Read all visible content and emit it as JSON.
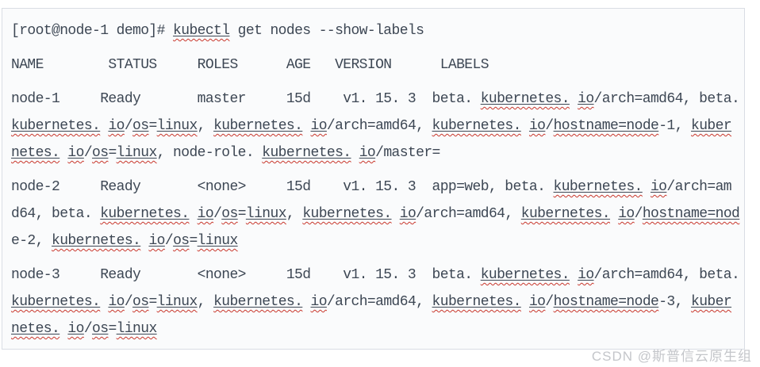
{
  "theme": {
    "page_bg": "#ffffff",
    "terminal_bg": "#fafbfc",
    "terminal_border": "#d9dde4",
    "text_color": "#3d4754",
    "squiggle_color": "#c9372c",
    "watermark_color": "#c4c6ca"
  },
  "terminal": {
    "prompt": "[root@node-1 demo]#",
    "command": "kubectl get nodes --show-labels",
    "table": {
      "headers": [
        "NAME",
        "STATUS",
        "ROLES",
        "AGE",
        "VERSION",
        "LABELS"
      ],
      "rows": [
        {
          "name": "node-1",
          "status": "Ready",
          "roles": "master",
          "age": "15d",
          "version": "v1.15.3",
          "labels": "beta.kubernetes.io/arch=amd64,beta.kubernetes.io/os=linux,kubernetes.io/arch=amd64,kubernetes.io/hostname=node-1,kubernetes.io/os=linux,node-role.kubernetes.io/master="
        },
        {
          "name": "node-2",
          "status": "Ready",
          "roles": "<none>",
          "age": "15d",
          "version": "v1.15.3",
          "labels": "app=web,beta.kubernetes.io/arch=amd64,beta.kubernetes.io/os=linux,kubernetes.io/arch=amd64,kubernetes.io/hostname=node-2,kubernetes.io/os=linux"
        },
        {
          "name": "node-3",
          "status": "Ready",
          "roles": "<none>",
          "age": "15d",
          "version": "v1.15.3",
          "labels": "beta.kubernetes.io/arch=amd64,beta.kubernetes.io/os=linux,kubernetes.io/arch=amd64,kubernetes.io/hostname=node-3,kubernetes.io/os=linux"
        }
      ]
    },
    "blocks": [
      {
        "name": "command-line",
        "lines": [
          [
            {
              "t": "[root@node-1 demo]# "
            },
            {
              "t": "kubectl",
              "u": true
            },
            {
              "t": " get nodes --show-labels"
            }
          ]
        ]
      },
      {
        "name": "table-header",
        "lines": [
          [
            {
              "t": "NAME        STATUS     ROLES      AGE   VERSION      LABELS"
            }
          ]
        ]
      },
      {
        "name": "row-node-1",
        "lines": [
          [
            {
              "t": "node-1     Ready       master     15d    v1. 15. 3  beta. "
            },
            {
              "t": "kubernetes.",
              "u": true
            },
            {
              "t": " "
            },
            {
              "t": "io",
              "u": true
            },
            {
              "t": "/arch=amd64, beta."
            }
          ],
          [
            {
              "t": "kubernetes.",
              "u": true
            },
            {
              "t": " "
            },
            {
              "t": "io",
              "u": true
            },
            {
              "t": "/"
            },
            {
              "t": "os",
              "u": true
            },
            {
              "t": "="
            },
            {
              "t": "linux",
              "u": true
            },
            {
              "t": ", "
            },
            {
              "t": "kubernetes.",
              "u": true
            },
            {
              "t": " "
            },
            {
              "t": "io",
              "u": true
            },
            {
              "t": "/arch=amd64, "
            },
            {
              "t": "kubernetes.",
              "u": true
            },
            {
              "t": " "
            },
            {
              "t": "io",
              "u": true
            },
            {
              "t": "/"
            },
            {
              "t": "hostname=node",
              "u": true
            },
            {
              "t": "-1, "
            },
            {
              "t": "kuber",
              "u": true
            }
          ],
          [
            {
              "t": "netes.",
              "u": true
            },
            {
              "t": " "
            },
            {
              "t": "io",
              "u": true
            },
            {
              "t": "/"
            },
            {
              "t": "os",
              "u": true
            },
            {
              "t": "="
            },
            {
              "t": "linux",
              "u": true
            },
            {
              "t": ", node-role. "
            },
            {
              "t": "kubernetes.",
              "u": true
            },
            {
              "t": " "
            },
            {
              "t": "io",
              "u": true
            },
            {
              "t": "/master="
            }
          ]
        ]
      },
      {
        "name": "row-node-2",
        "lines": [
          [
            {
              "t": "node-2     Ready       <none>     15d    v1. 15. 3  app=web, beta. "
            },
            {
              "t": "kubernetes.",
              "u": true
            },
            {
              "t": " "
            },
            {
              "t": "io",
              "u": true
            },
            {
              "t": "/arch=am"
            }
          ],
          [
            {
              "t": "d64, beta. "
            },
            {
              "t": "kubernetes.",
              "u": true
            },
            {
              "t": " "
            },
            {
              "t": "io",
              "u": true
            },
            {
              "t": "/"
            },
            {
              "t": "os",
              "u": true
            },
            {
              "t": "="
            },
            {
              "t": "linux",
              "u": true
            },
            {
              "t": ", "
            },
            {
              "t": "kubernetes.",
              "u": true
            },
            {
              "t": " "
            },
            {
              "t": "io",
              "u": true
            },
            {
              "t": "/arch=amd64, "
            },
            {
              "t": "kubernetes.",
              "u": true
            },
            {
              "t": " "
            },
            {
              "t": "io",
              "u": true
            },
            {
              "t": "/"
            },
            {
              "t": "hostname=nod",
              "u": true
            }
          ],
          [
            {
              "t": "e-2, "
            },
            {
              "t": "kubernetes.",
              "u": true
            },
            {
              "t": " "
            },
            {
              "t": "io",
              "u": true
            },
            {
              "t": "/"
            },
            {
              "t": "os",
              "u": true
            },
            {
              "t": "="
            },
            {
              "t": "linux",
              "u": true
            }
          ]
        ]
      },
      {
        "name": "row-node-3",
        "lines": [
          [
            {
              "t": "node-3     Ready       <none>     15d    v1. 15. 3  beta. "
            },
            {
              "t": "kubernetes.",
              "u": true
            },
            {
              "t": " "
            },
            {
              "t": "io",
              "u": true
            },
            {
              "t": "/arch=amd64, beta."
            }
          ],
          [
            {
              "t": "kubernetes.",
              "u": true
            },
            {
              "t": " "
            },
            {
              "t": "io",
              "u": true
            },
            {
              "t": "/"
            },
            {
              "t": "os",
              "u": true
            },
            {
              "t": "="
            },
            {
              "t": "linux",
              "u": true
            },
            {
              "t": ", "
            },
            {
              "t": "kubernetes.",
              "u": true
            },
            {
              "t": " "
            },
            {
              "t": "io",
              "u": true
            },
            {
              "t": "/arch=amd64, "
            },
            {
              "t": "kubernetes.",
              "u": true
            },
            {
              "t": " "
            },
            {
              "t": "io",
              "u": true
            },
            {
              "t": "/"
            },
            {
              "t": "hostname=node",
              "u": true
            },
            {
              "t": "-3, "
            },
            {
              "t": "kuber",
              "u": true
            }
          ],
          [
            {
              "t": "netes.",
              "u": true
            },
            {
              "t": " "
            },
            {
              "t": "io",
              "u": true
            },
            {
              "t": "/"
            },
            {
              "t": "os",
              "u": true
            },
            {
              "t": "="
            },
            {
              "t": "linux",
              "u": true
            }
          ]
        ]
      }
    ]
  },
  "watermark": {
    "text": "CSDN @斯普信云原生组"
  }
}
